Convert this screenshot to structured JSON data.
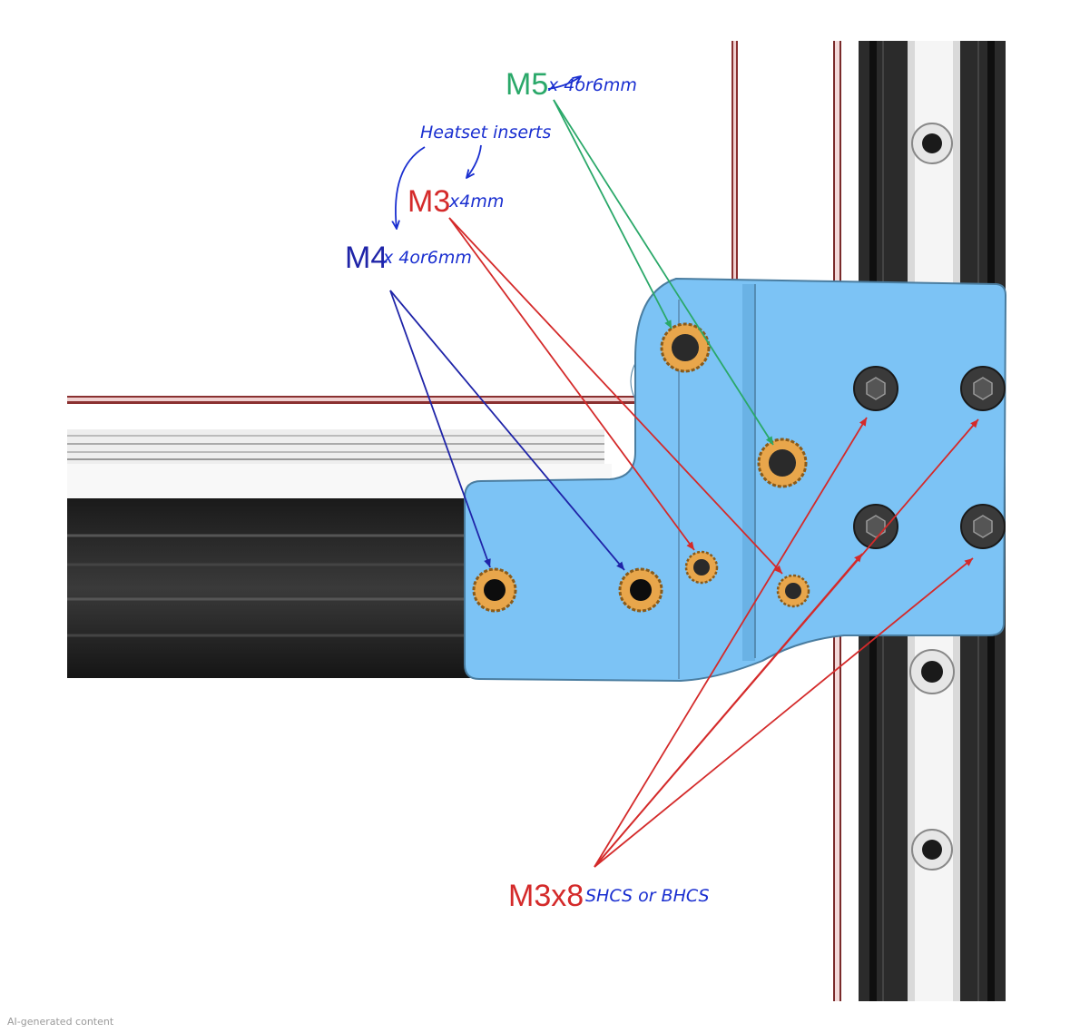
{
  "colors": {
    "m5": "#2aa869",
    "m3": "#d42a2a",
    "m4": "#1f24a8",
    "handwriting": "#1a2fd0",
    "bracket": "#7cc3f5",
    "insert_brass": "#e8a64b"
  },
  "labels": {
    "m5_size": "M5",
    "m5_len": "x 4or6mm",
    "heatset": "Heatset inserts",
    "m3_size": "M3",
    "m3_len": "x4mm",
    "m4_size": "M4",
    "m4_len": "x 4or6mm",
    "screw_size": "M3x8",
    "screw_type": "SHCS or BHCS"
  },
  "watermark": "AI-generated content"
}
